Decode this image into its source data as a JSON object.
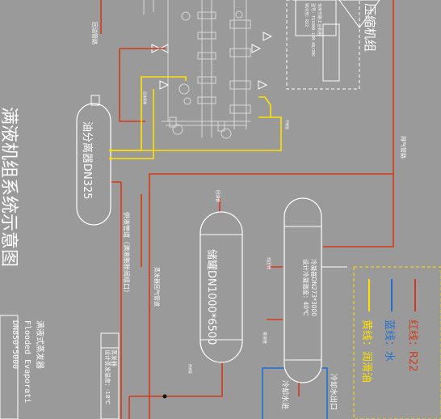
{
  "title": "满液机组系统示意图",
  "legend": {
    "red_label": "红线：R22",
    "blue_label": "蓝线：水",
    "yellow_label": "黄线：润滑油",
    "red_color": "#d43a1a",
    "blue_color": "#1f6fd1",
    "yellow_color": "#ffe000"
  },
  "compressor": {
    "label": "压缩机组",
    "nameplate": [
      "专用节能工业机组",
      "型号：TS3300-1XM-40/20C",
      "制冷剂：R22"
    ]
  },
  "oil_separator": {
    "label": "油分离器DN325"
  },
  "receiver": {
    "label": "储罐DN1000*6500"
  },
  "condenser": {
    "label": "冷凝器DN273*3000",
    "temp": "设计冷凝温度：40℃"
  },
  "evaporator": {
    "name_cn": "满液式蒸发器",
    "name_en": "Flooded Evaporati",
    "size": "DN850*5000",
    "box_label": "蒸发器",
    "box_temp": "设计蒸发温度：-18℃"
  },
  "pipes": {
    "return_gas": "回油管路",
    "discharge": "排气管路",
    "liquid_supply": "供液管道（满液膨胀阀组口）",
    "evap_return": "蒸发器回气管道",
    "equalizer": "均压管",
    "oil_return": "回油管",
    "drain": "排液管",
    "cooling_out": "冷却水出口",
    "cooling_in": "冷却水进",
    "small_a": "回油管路",
    "small_b": "平衡管",
    "small_c": "供液管"
  }
}
